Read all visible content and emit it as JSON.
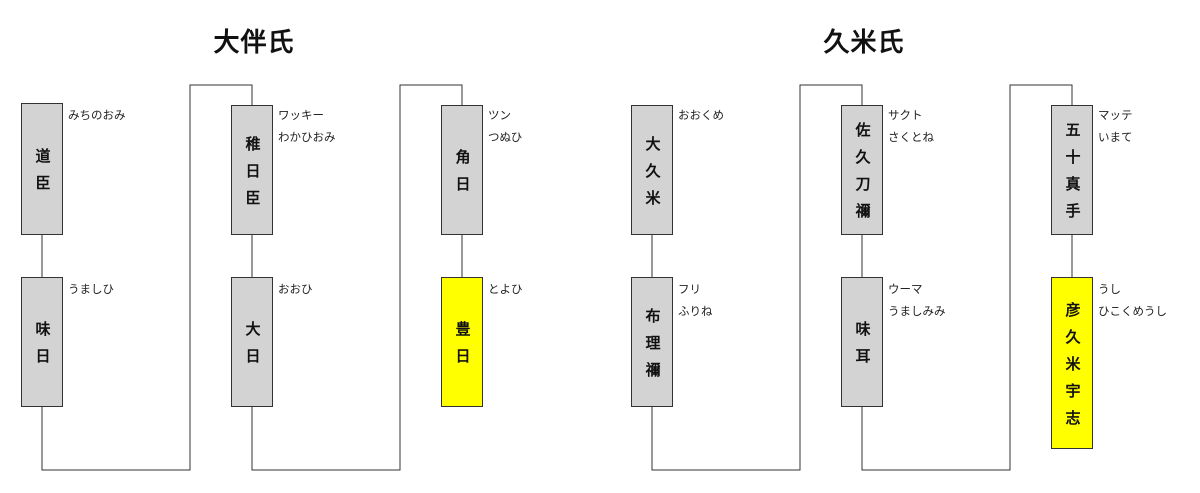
{
  "clans": [
    {
      "title": "大伴氏",
      "members": [
        {
          "name": "道臣",
          "katakana": "",
          "hiragana": "みちのおみ",
          "highlight": false
        },
        {
          "name": "味日",
          "katakana": "",
          "hiragana": "うましひ",
          "highlight": false
        },
        {
          "name": "稚日臣",
          "katakana": "ワッキー",
          "hiragana": "わかひおみ",
          "highlight": false
        },
        {
          "name": "大日",
          "katakana": "",
          "hiragana": "おおひ",
          "highlight": false
        },
        {
          "name": "角日",
          "katakana": "ツン",
          "hiragana": "つぬひ",
          "highlight": false
        },
        {
          "name": "豊日",
          "katakana": "",
          "hiragana": "とよひ",
          "highlight": true
        }
      ]
    },
    {
      "title": "久米氏",
      "members": [
        {
          "name": "大久米",
          "katakana": "",
          "hiragana": "おおくめ",
          "highlight": false
        },
        {
          "name": "布理禰",
          "katakana": "フリ",
          "hiragana": "ふりね",
          "highlight": false
        },
        {
          "name": "佐久刀禰",
          "katakana": "サクト",
          "hiragana": "さくとね",
          "highlight": false
        },
        {
          "name": "味耳",
          "katakana": "ウーマ",
          "hiragana": "うましみみ",
          "highlight": false
        },
        {
          "name": "五十真手",
          "katakana": "マッテ",
          "hiragana": "いまて",
          "highlight": false
        },
        {
          "name": "彦久米宇志",
          "katakana": "うし",
          "hiragana": "ひこくめうし",
          "highlight": true
        }
      ]
    }
  ]
}
